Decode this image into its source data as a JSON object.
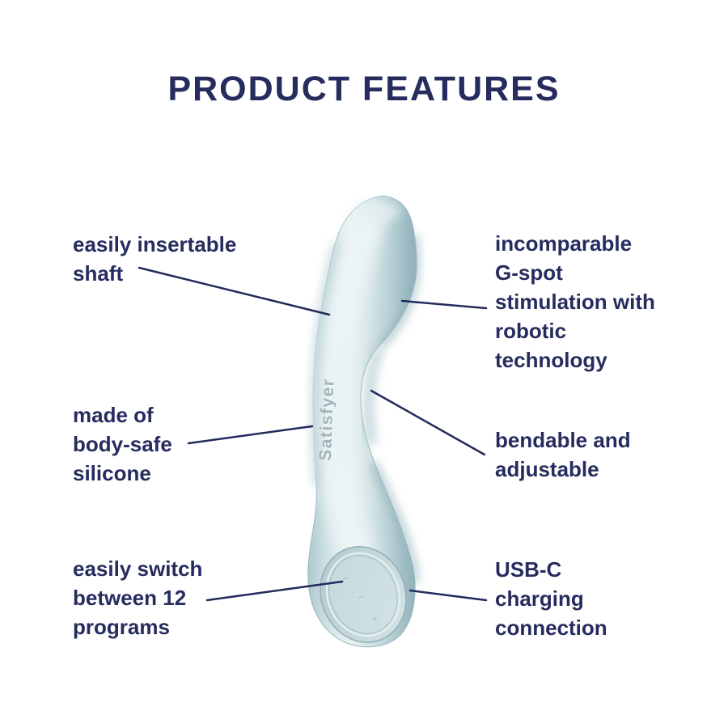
{
  "title": "PRODUCT FEATURES",
  "colors": {
    "text_navy": "#262c5e",
    "connector_line": "#232a5b",
    "device_body": "#cde0e2",
    "device_edge": "#96b5bd",
    "device_highlight": "#ecf4f5",
    "background": "#ffffff"
  },
  "device": {
    "brand": "Satisfyer",
    "pad_icons": [
      {
        "name": "wave-icon",
        "glyph": "~"
      },
      {
        "name": "wave-icon",
        "glyph": "~"
      },
      {
        "name": "plus-icon",
        "glyph": "+"
      }
    ]
  },
  "features": [
    {
      "id": "insertable-shaft",
      "side": "left",
      "lines": [
        "easily insertable",
        "shaft"
      ]
    },
    {
      "id": "gspot-stimulation",
      "side": "right",
      "lines": [
        "incomparable",
        "G-spot",
        "stimulation with",
        "robotic",
        "technology"
      ]
    },
    {
      "id": "body-safe-silicone",
      "side": "left",
      "lines": [
        "made of",
        "body-safe",
        "silicone"
      ]
    },
    {
      "id": "bendable-adjustable",
      "side": "right",
      "lines": [
        "bendable and",
        "adjustable"
      ]
    },
    {
      "id": "twelve-programs",
      "side": "left",
      "lines": [
        "easily switch",
        "between 12",
        "programs"
      ]
    },
    {
      "id": "usb-c-charging",
      "side": "right",
      "lines": [
        "USB-C",
        "charging",
        "connection"
      ]
    }
  ]
}
